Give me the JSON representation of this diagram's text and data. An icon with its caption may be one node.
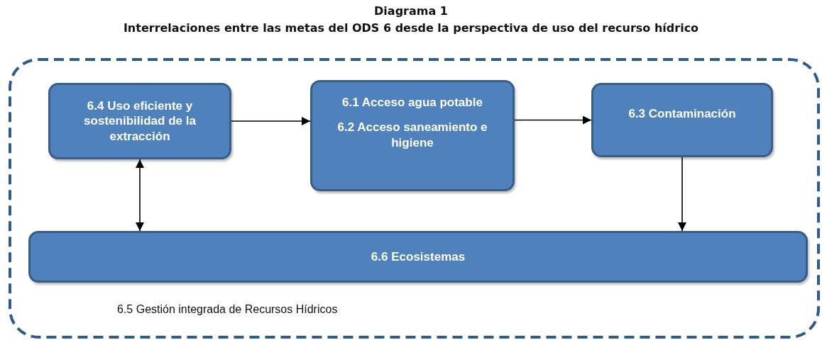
{
  "diagram": {
    "title": "Diagrama 1",
    "labels": [
      "Interrelaciones entre las metas del ODS 6 desde la perspectiva de uso del recurso hídrico"
    ],
    "nodes": [
      {
        "text": [
          "6.5 Gestión integrada de Recursos Hídricos"
        ]
      },
      {
        "text": [
          "6.4 Uso eficiente y sostenibilidad de la extracción"
        ],
        "in": 0
      },
      {
        "text": [
          "6.1 Acceso agua potable",
          "6.2 Acceso saneamiento e higiene"
        ],
        "in": 0
      },
      {
        "text": [
          "6.3 Contaminación"
        ],
        "in": 0
      },
      {
        "text": [
          "6.6 Ecosistemas"
        ],
        "in": 0
      }
    ],
    "edges": [
      {
        "from": 1,
        "to": 2,
        "arrow": "to"
      },
      {
        "from": 2,
        "to": 3,
        "arrow": "to"
      },
      {
        "from": 3,
        "to": 4,
        "arrow": "to"
      },
      {
        "from": 1,
        "to": 4,
        "arrow": "both"
      }
    ]
  }
}
